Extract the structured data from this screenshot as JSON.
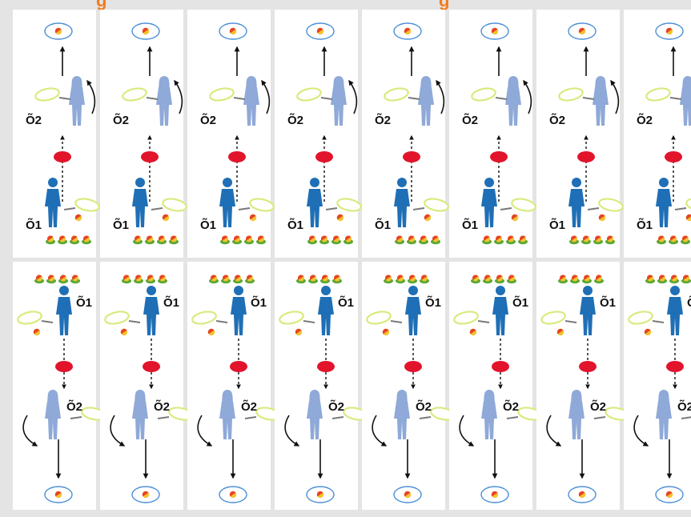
{
  "header": {
    "title_fragments": [
      "g",
      "g"
    ]
  },
  "colors": {
    "background": "#e4e4e4",
    "header_orange": "#f07c1e",
    "panel": "#ffffff",
    "player1_blue": "#1f6fb6",
    "player2_blue": "#8fa9d8",
    "cone_red": "#e2142b",
    "target_ring": "#4a8fd6",
    "racket": "#d9ea7e",
    "ball_yellow": "#f2c230",
    "ball_red": "#e64424",
    "tray_green": "#5aa832",
    "arrow": "#111111"
  },
  "rows": [
    {
      "name": "top-row",
      "player_labels": {
        "upper": "Õ2",
        "lower": "Õ1"
      },
      "columns": 8,
      "icons": [
        "target-ring-icon",
        "player2-figure-icon",
        "racket-icon",
        "red-cone-icon",
        "player1-figure-icon",
        "ball-tray-icon"
      ]
    },
    {
      "name": "bottom-row",
      "player_labels": {
        "upper": "Õ1",
        "lower": "Õ2"
      },
      "columns": 8,
      "icons": [
        "ball-tray-icon",
        "player1-figure-icon",
        "racket-icon",
        "red-cone-icon",
        "player2-figure-icon",
        "target-ring-icon"
      ]
    }
  ]
}
